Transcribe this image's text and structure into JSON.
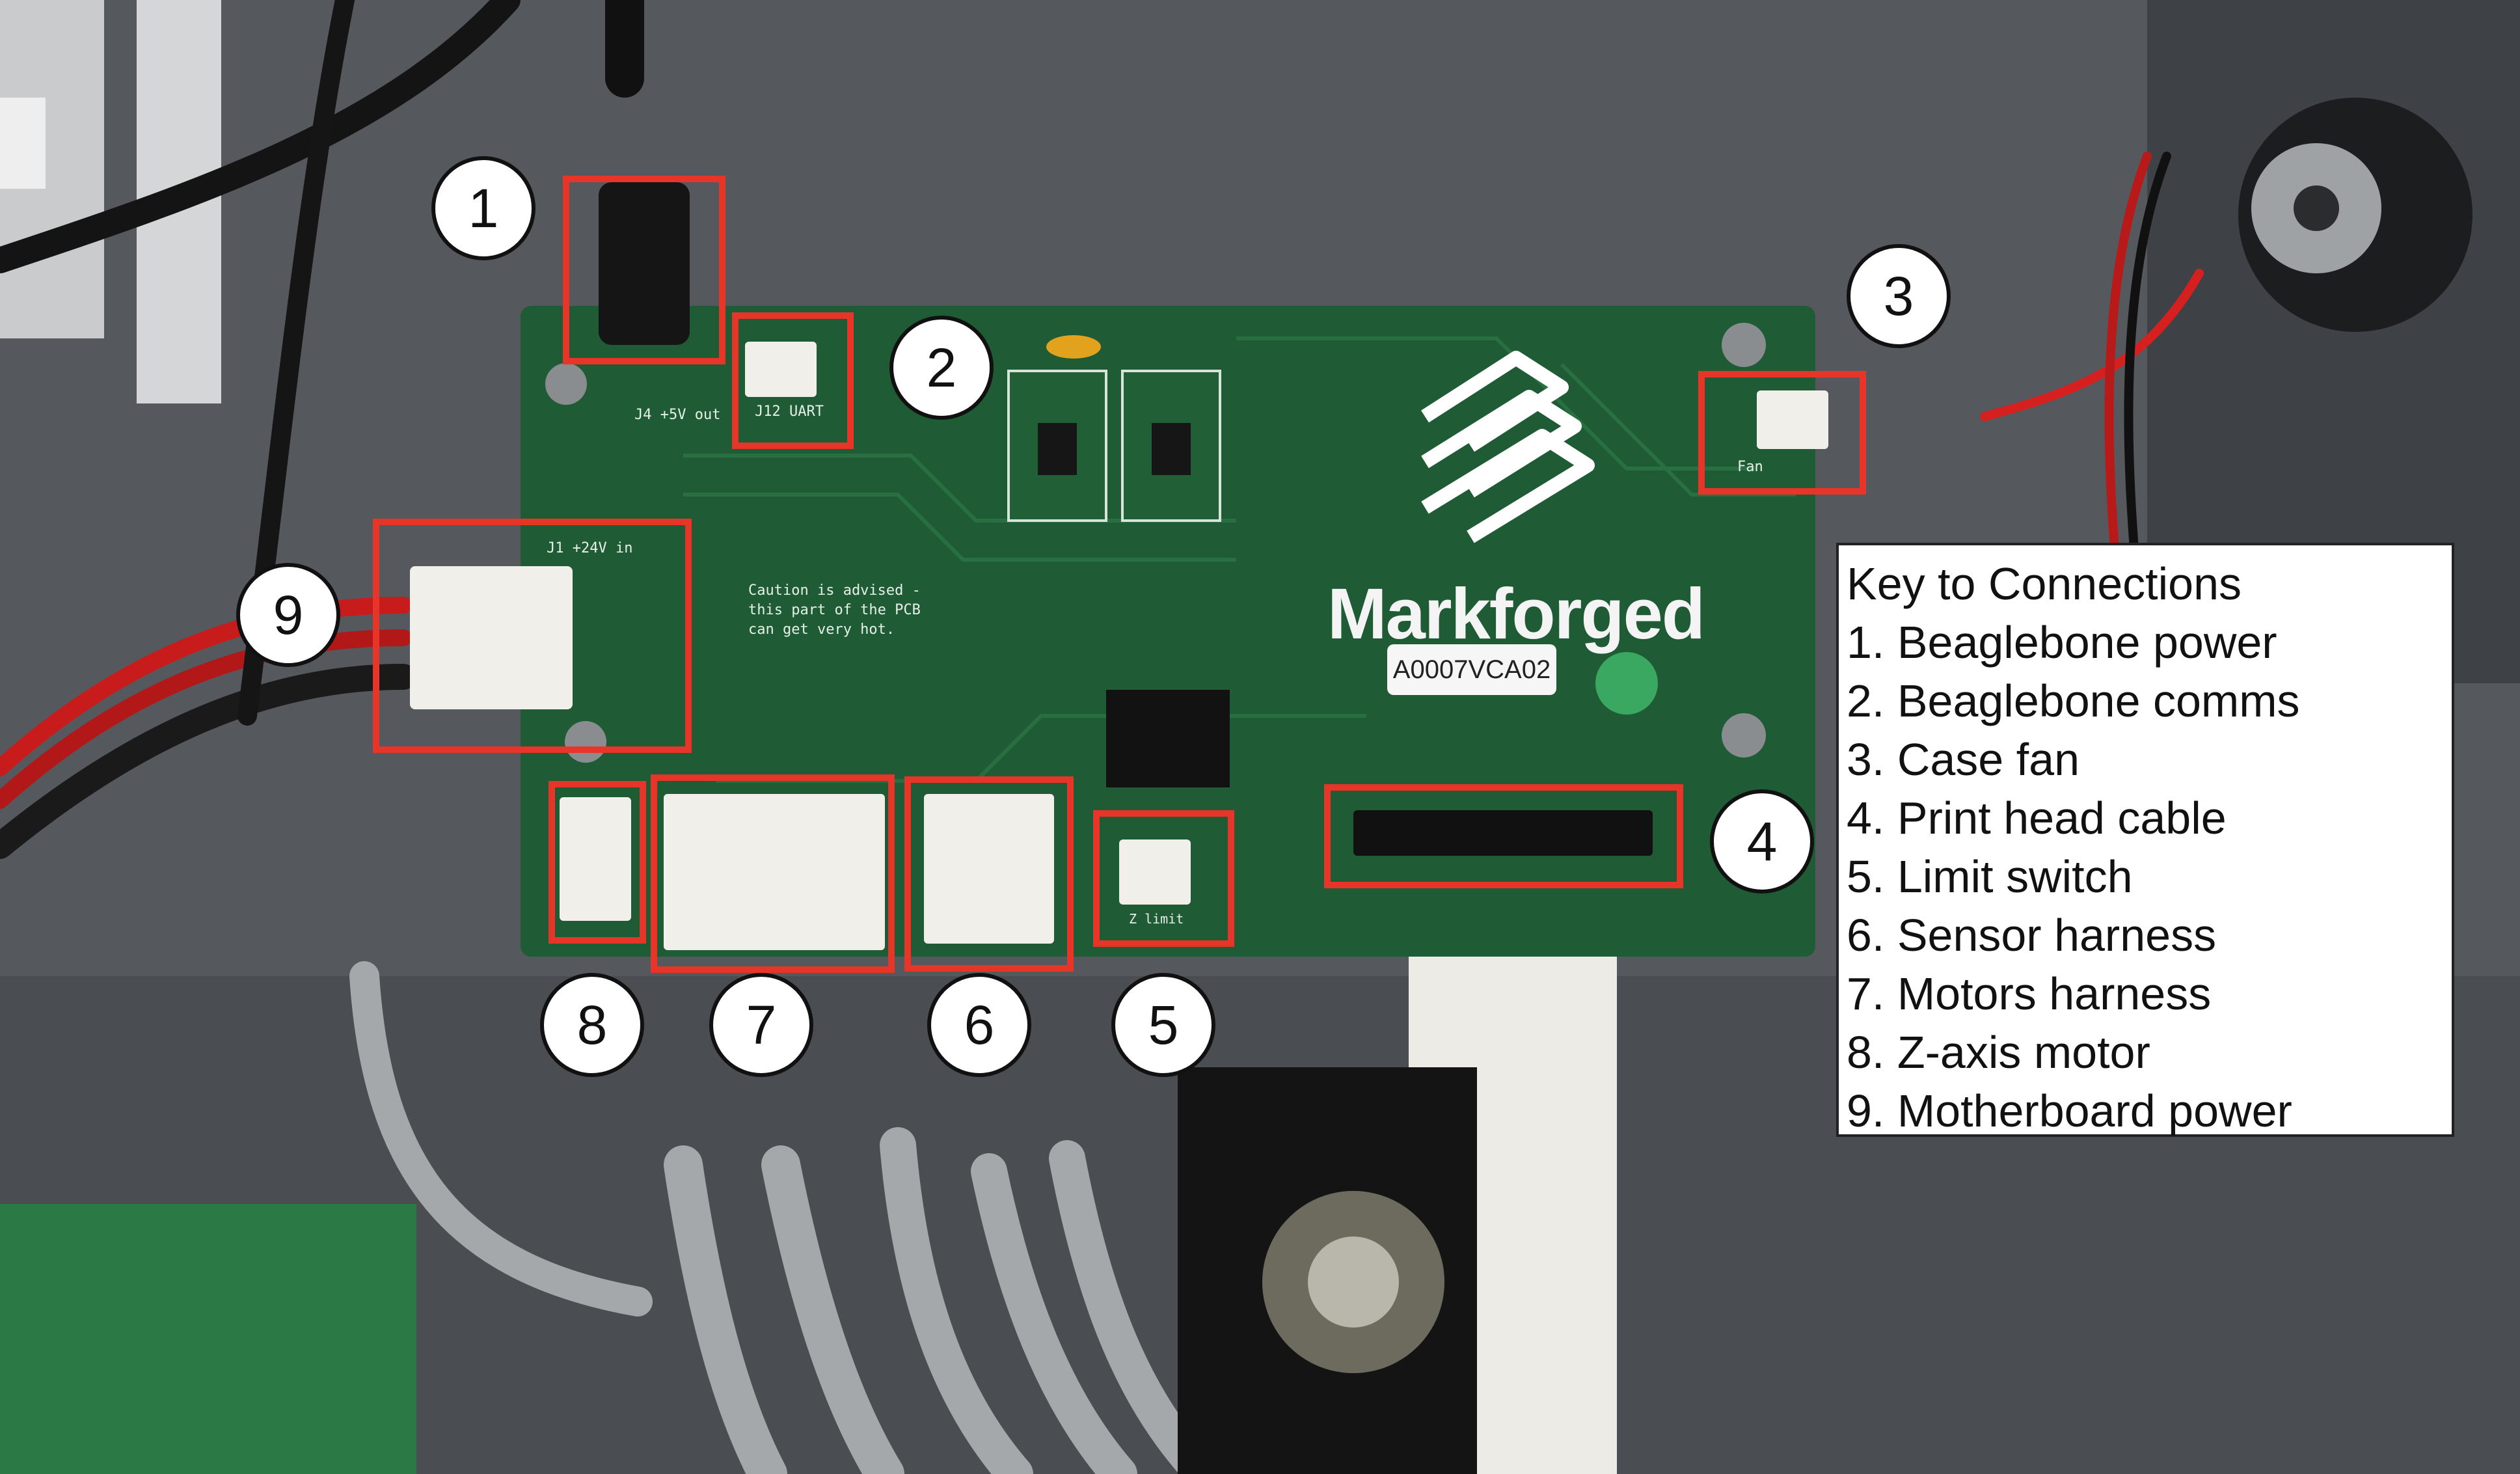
{
  "board": {
    "brand": "Markforged",
    "serial_label": "A0007VCA02",
    "caution_text": [
      "Caution is advised -",
      "this part of the PCB",
      "can get very hot."
    ],
    "connector_labels": {
      "j4": "J4 +5V out",
      "j12": "J12 UART",
      "j15": "Fan",
      "j1": "J1 +24V in",
      "j14": "Z limit"
    }
  },
  "callouts": [
    "1",
    "2",
    "3",
    "4",
    "5",
    "6",
    "7",
    "8",
    "9"
  ],
  "legend": {
    "title": "Key to Connections",
    "items": [
      "1. Beaglebone power",
      "2. Beaglebone comms",
      "3. Case fan",
      "4. Print head cable",
      "5. Limit switch",
      "6. Sensor harness",
      "7. Motors harness",
      "8. Z-axis motor",
      "9. Motherboard power"
    ]
  },
  "colors": {
    "highlight": "#e8352a",
    "pcb_green": "#1f5b35",
    "panel_gray": "#55595d"
  }
}
